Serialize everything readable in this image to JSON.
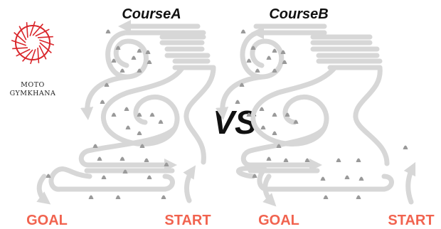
{
  "logo": {
    "line1": "MOTO",
    "line2": "GYMKHANA",
    "accent_color": "#d9262b"
  },
  "courses": [
    {
      "id": "A",
      "title": "CourseA"
    },
    {
      "id": "B",
      "title": "CourseB"
    }
  ],
  "vs_label": "VS",
  "goal_label": "GOAL",
  "start_label": "START",
  "colors": {
    "path": "#d7d7d7",
    "cone": "#9a9a9a",
    "endpoint_label": "#f1634f",
    "title": "#111111"
  }
}
